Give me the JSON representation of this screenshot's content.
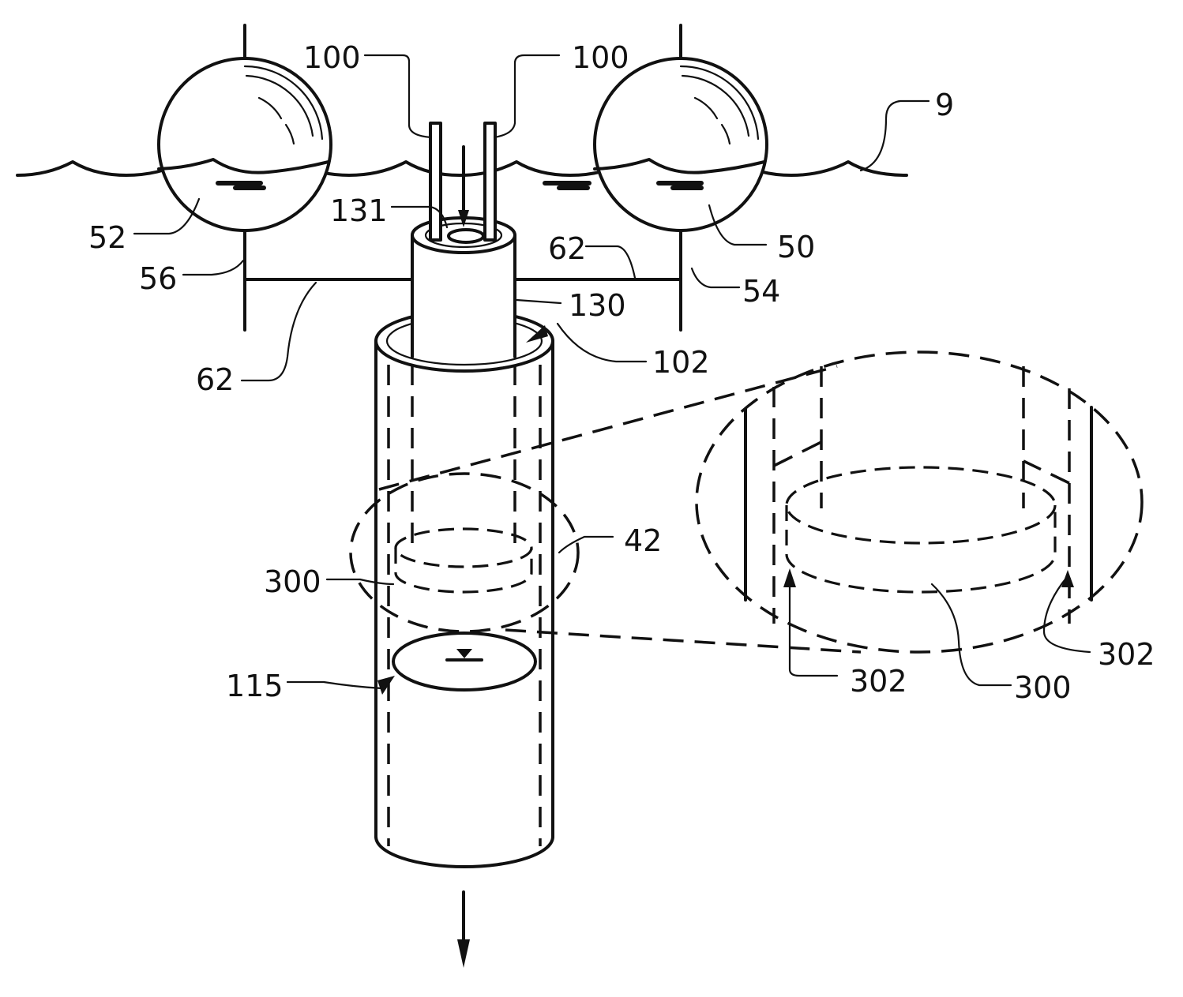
{
  "labels": {
    "l100a": "100",
    "l100b": "100",
    "l9": "9",
    "l131": "131",
    "l52": "52",
    "l50": "50",
    "l62a": "62",
    "l56": "56",
    "l54": "54",
    "l130": "130",
    "l102": "102",
    "l62b": "62",
    "l42": "42",
    "l300a": "300",
    "l115": "115",
    "l302a": "302",
    "l302b": "302",
    "l300b": "300"
  }
}
